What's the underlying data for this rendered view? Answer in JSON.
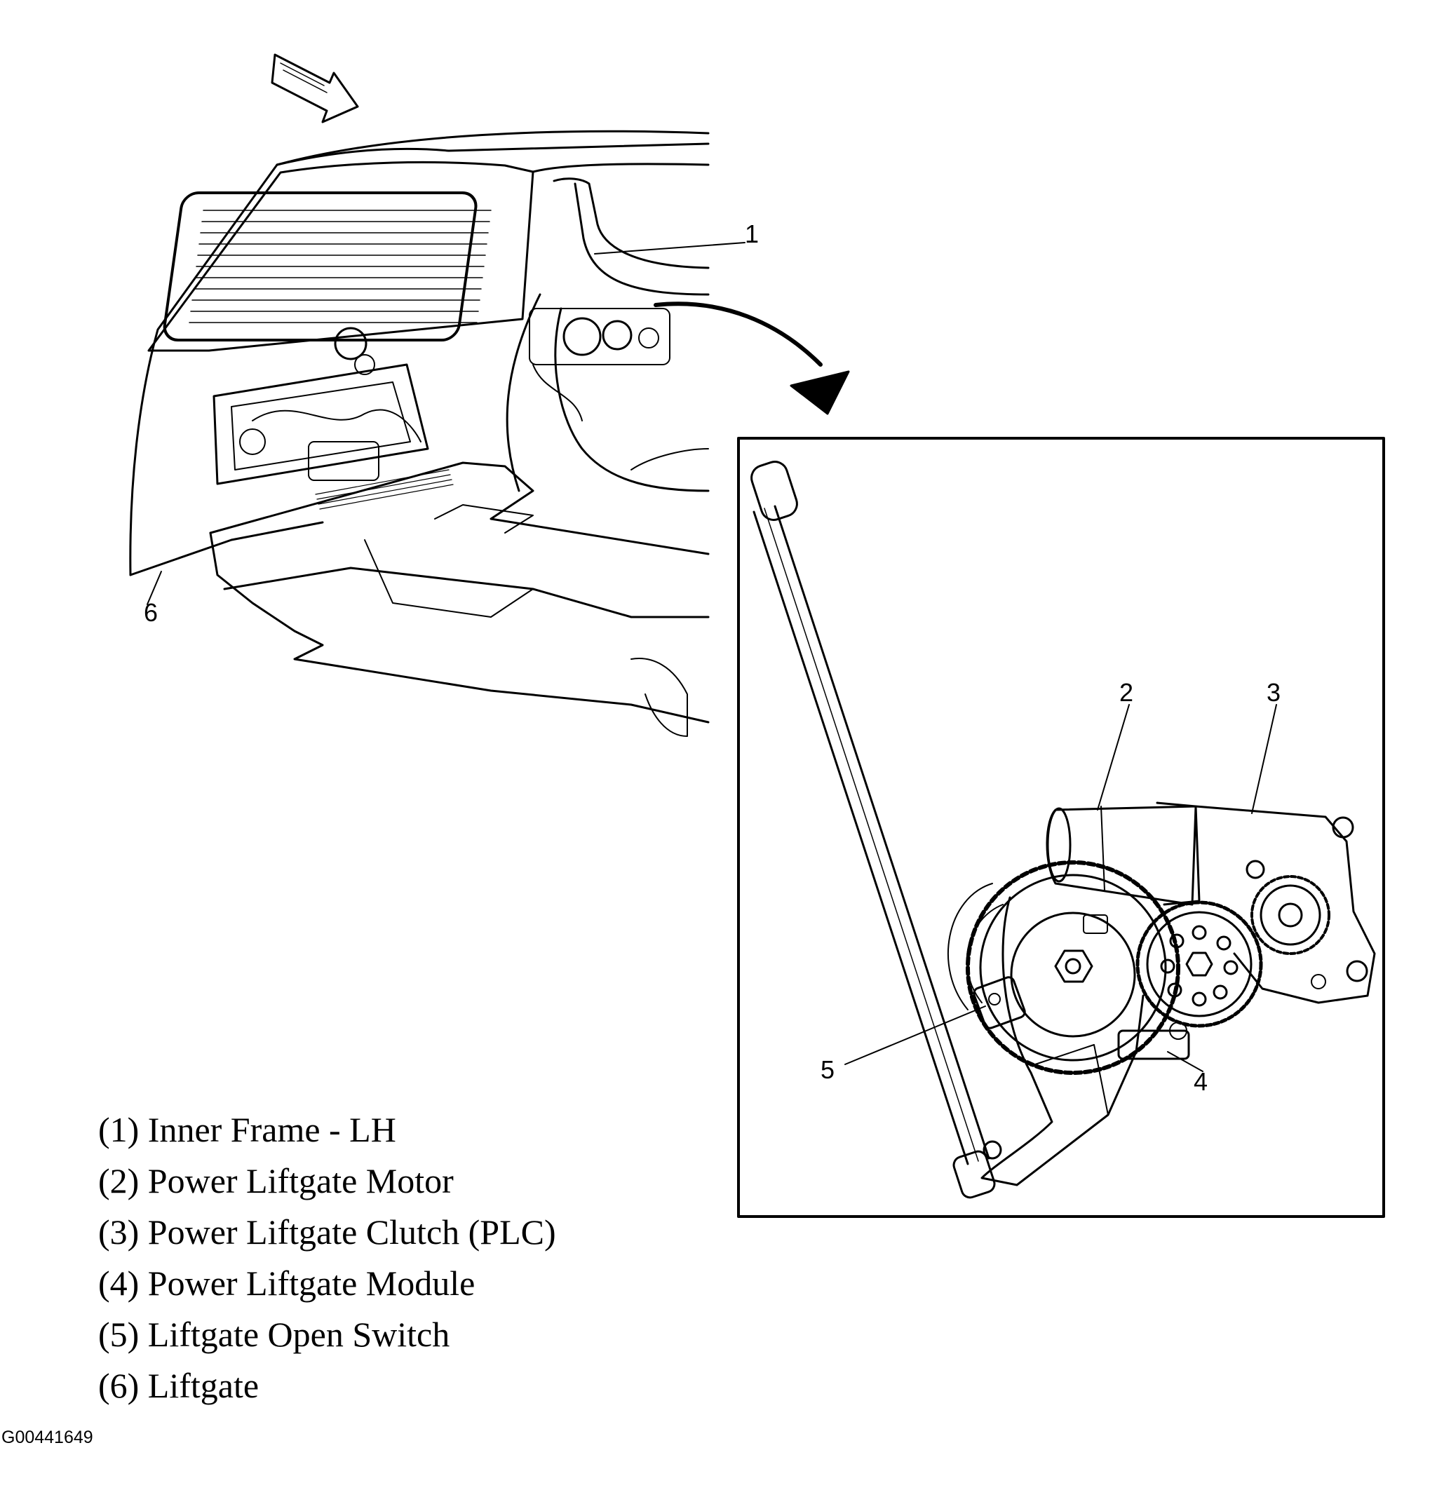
{
  "callouts": [
    "1",
    "2",
    "3",
    "4",
    "5",
    "6"
  ],
  "legend": [
    "(1) Inner Frame - LH",
    "(2) Power Liftgate Motor",
    "(3) Power Liftgate Clutch (PLC)",
    "(4) Power Liftgate Module",
    "(5) Liftgate Open Switch",
    "(6) Liftgate"
  ],
  "figure_id": "G00441649"
}
